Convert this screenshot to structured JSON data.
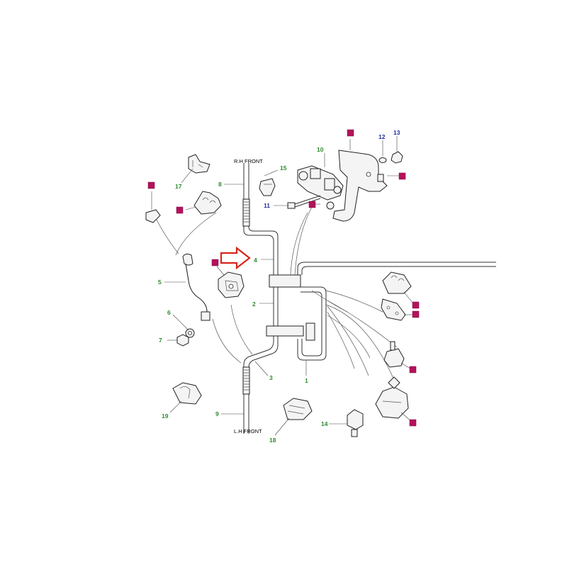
{
  "labels": {
    "rh_front": "R.H FRONT",
    "lh_front": "L.H FRONT"
  },
  "callouts": {
    "c1": "1",
    "c2": "2",
    "c3": "3",
    "c4": "4",
    "c5": "5",
    "c6": "6",
    "c7": "7",
    "c8": "8",
    "c9": "9",
    "c10": "10",
    "c11": "11",
    "c12": "12",
    "c13": "13",
    "c14": "14",
    "c15": "15",
    "c17": "17",
    "c18": "18",
    "c19": "19"
  },
  "colors": {
    "callout_green": "#2e8b2e",
    "callout_blue": "#1f2f9a",
    "marker_magenta": "#b5125c",
    "arrow_red": "#d9251c"
  }
}
